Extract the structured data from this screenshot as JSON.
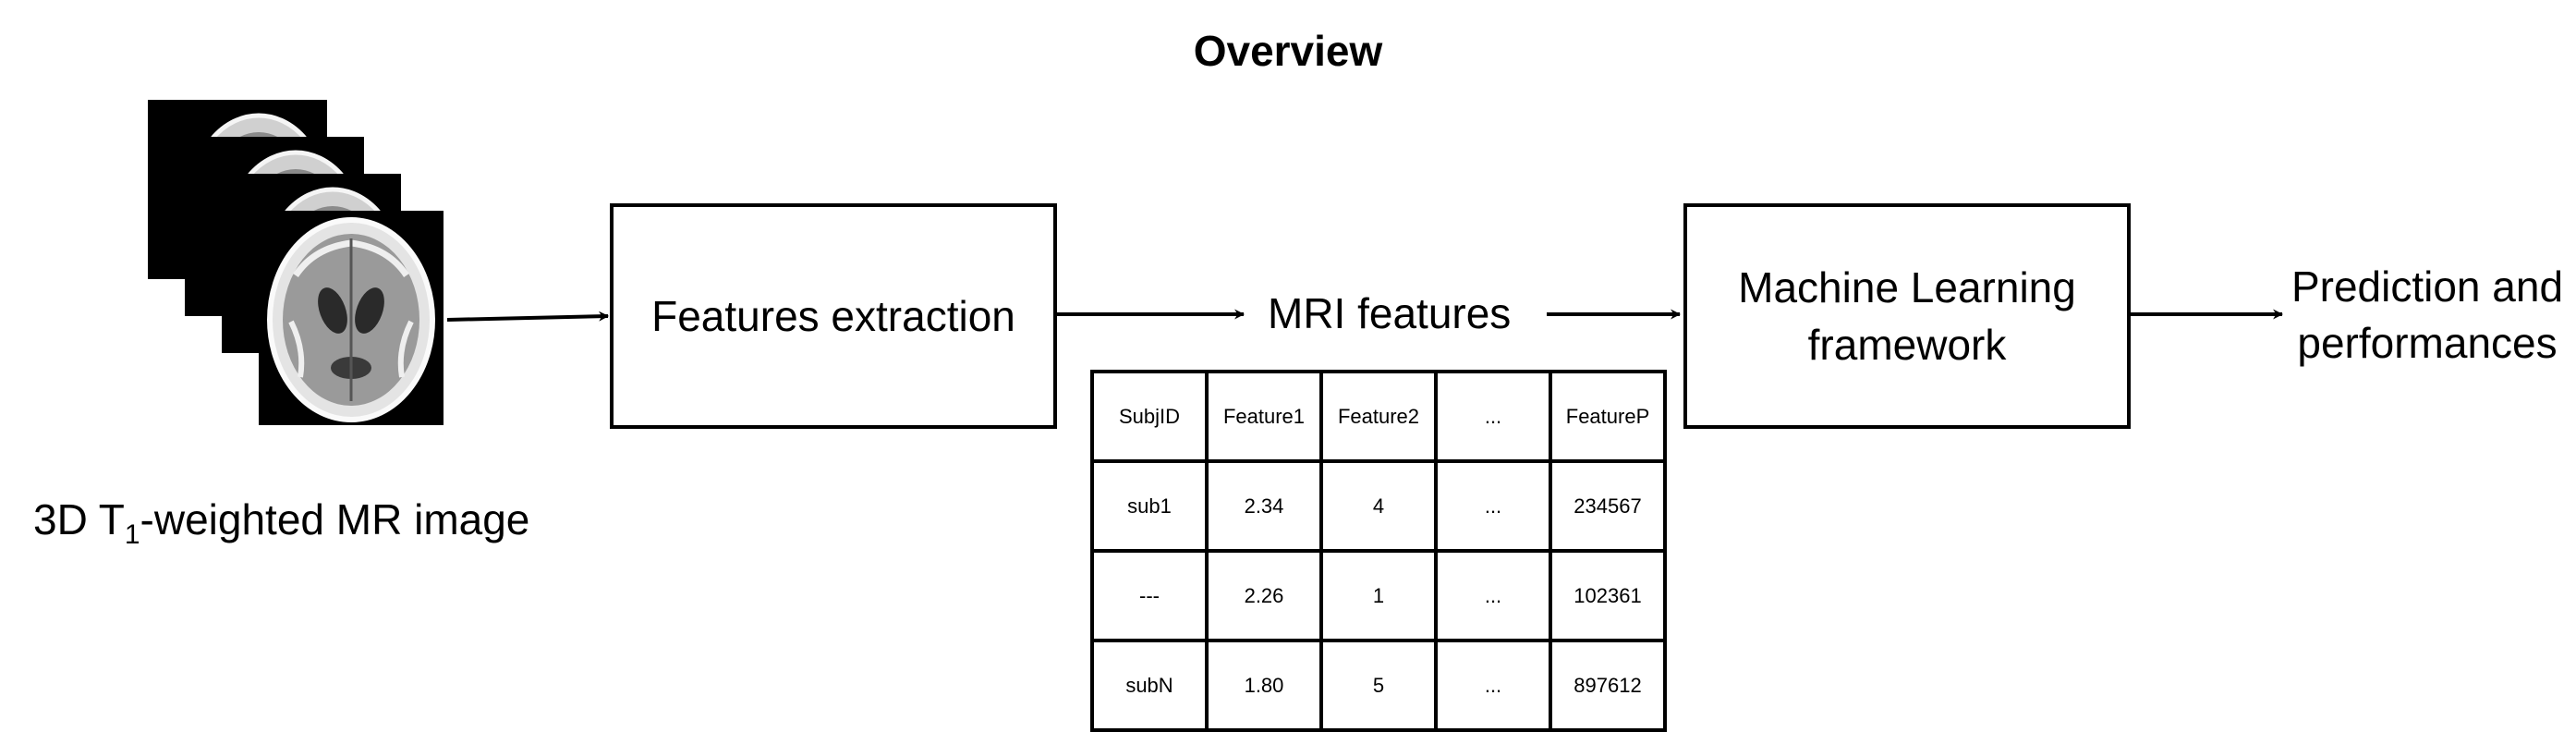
{
  "title": "Overview",
  "mri_label": {
    "prefix": "3D T",
    "subscript": "1",
    "suffix": "-weighted MR image"
  },
  "steps": {
    "features_extraction": "Features extraction",
    "mri_features": "MRI features",
    "ml_framework": "Machine Learning framework",
    "prediction": "Prediction and performances"
  },
  "table": {
    "headers": [
      "SubjID",
      "Feature1",
      "Feature2",
      "...",
      "FeatureP"
    ],
    "rows": [
      [
        "sub1",
        "2.34",
        "4",
        "...",
        "234567"
      ],
      [
        "---",
        "2.26",
        "1",
        "...",
        "102361"
      ],
      [
        "subN",
        "1.80",
        "5",
        "...",
        "897612"
      ]
    ]
  }
}
